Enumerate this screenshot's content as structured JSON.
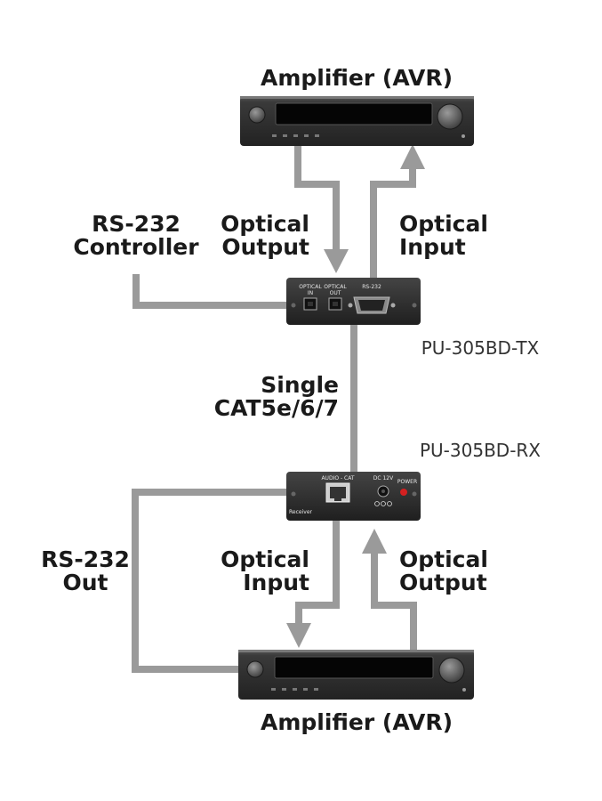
{
  "diagram": {
    "top_amplifier": {
      "title": "Amplifier (AVR)"
    },
    "bottom_amplifier": {
      "title": "Amplifier (AVR)"
    },
    "tx": {
      "model": "PU-305BD-TX",
      "port_optical_in": [
        "OPTICAL",
        "IN"
      ],
      "port_optical_out": [
        "OPTICAL",
        "OUT"
      ],
      "port_rs232": "RS-232"
    },
    "rx": {
      "model": "PU-305BD-RX",
      "port_audio_cat": "AUDIO - CAT",
      "port_dc": "DC 12V",
      "power_label": "POWER",
      "receiver_label": "Receiver"
    },
    "labels": {
      "rs232_controller": [
        "RS-232",
        "Controller"
      ],
      "optical_output_top": [
        "Optical",
        "Output"
      ],
      "optical_input_top": [
        "Optical",
        "Input"
      ],
      "cable": [
        "Single",
        "CAT5e/6/7"
      ],
      "rs232_out": [
        "RS-232",
        "Out"
      ],
      "optical_input_bottom": [
        "Optical",
        "Input"
      ],
      "optical_output_bottom": [
        "Optical",
        "Output"
      ]
    },
    "colors": {
      "cable": "#9a9a9a",
      "device_body": "#2b2b2b",
      "device_front": "#3d3d3d",
      "led": "#d42020"
    }
  }
}
